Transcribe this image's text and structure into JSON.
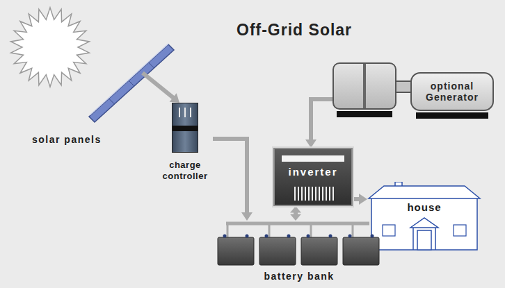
{
  "diagram": {
    "title": "Off-Grid Solar",
    "nodes": [
      {
        "text": [
          "solar panels"
        ]
      },
      {
        "text": [
          "charge controller"
        ]
      },
      {
        "text": [
          "optional Generator"
        ]
      },
      {
        "text": [
          "inverter"
        ]
      },
      {
        "text": [
          "house"
        ]
      },
      {
        "text": [
          "battery bank"
        ]
      }
    ],
    "edges": [
      {
        "from": 0,
        "to": 1,
        "arrow": "to"
      },
      {
        "from": 1,
        "to": 5,
        "arrow": "to"
      },
      {
        "from": 2,
        "to": 3,
        "arrow": "to"
      },
      {
        "from": 3,
        "to": 5,
        "arrow": "both"
      },
      {
        "from": 3,
        "to": 4,
        "arrow": "to"
      }
    ]
  }
}
